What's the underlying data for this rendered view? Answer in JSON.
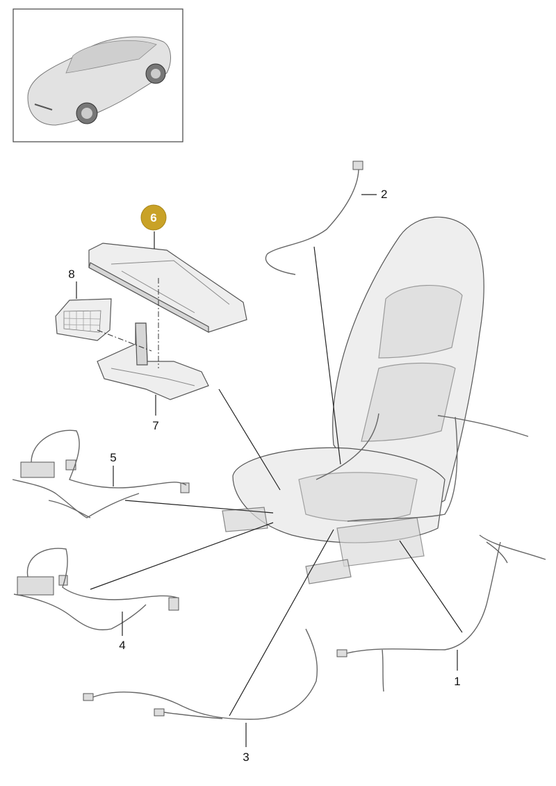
{
  "diagram": {
    "highlight_color": "#c9a227",
    "callouts": [
      {
        "id": "1",
        "label": "1"
      },
      {
        "id": "2",
        "label": "2"
      },
      {
        "id": "3",
        "label": "3"
      },
      {
        "id": "4",
        "label": "4"
      },
      {
        "id": "5",
        "label": "5"
      },
      {
        "id": "6",
        "label": "6",
        "highlighted": true
      },
      {
        "id": "7",
        "label": "7"
      },
      {
        "id": "8",
        "label": "8"
      }
    ],
    "parts": [
      {
        "id": "1",
        "icon": "wiring-harness-icon"
      },
      {
        "id": "2",
        "icon": "cable-icon"
      },
      {
        "id": "3",
        "icon": "wiring-harness-icon"
      },
      {
        "id": "4",
        "icon": "wiring-harness-icon"
      },
      {
        "id": "5",
        "icon": "wiring-harness-icon"
      },
      {
        "id": "6",
        "icon": "control-unit-icon"
      },
      {
        "id": "7",
        "icon": "bracket-icon"
      },
      {
        "id": "8",
        "icon": "module-icon"
      }
    ],
    "thumbnail": {
      "icon": "car-thumbnail-icon"
    },
    "seat": {
      "icon": "seat-icon"
    }
  }
}
